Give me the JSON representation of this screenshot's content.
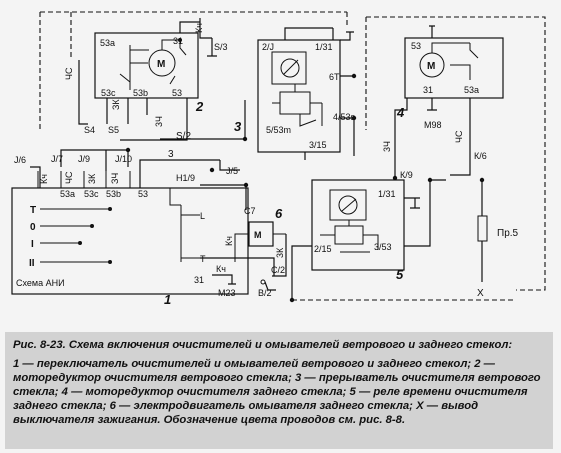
{
  "diagram": {
    "box1": {
      "ref": "1",
      "caption": "Схема АНИ",
      "pins": [
        "J/6",
        "J/7",
        "J/9",
        "J/10",
        "53a",
        "53c",
        "53b",
        "53",
        "L",
        "T",
        "31",
        "Кч",
        "M23",
        "Кч",
        "ЧС",
        "3К",
        "ЗЧ"
      ],
      "positions": [
        "T",
        "0",
        "I",
        "II"
      ]
    },
    "box2": {
      "ref": "2",
      "motor": "M",
      "pins": [
        "53a",
        "31",
        "53c",
        "53b",
        "53",
        "ЧС",
        "S/3",
        "Кч",
        "S4",
        "S5",
        "ЗК",
        "3Ч",
        "S/2"
      ]
    },
    "box3": {
      "ref": "3",
      "pins": [
        "2/J",
        "1/31",
        "6Т",
        "5/53m",
        "4/53s",
        "3/15"
      ]
    },
    "box4": {
      "ref": "4",
      "motor": "M",
      "pins": [
        "53",
        "31",
        "53a",
        "M98",
        "3Ч",
        "ЧС",
        "К/6"
      ]
    },
    "box5": {
      "ref": "5",
      "pins": [
        "1/31",
        "2/15",
        "3/53",
        "К/9"
      ]
    },
    "pump6": {
      "ref": "6",
      "motor": "M",
      "pins": [
        "C7",
        "Кч",
        "3К",
        "C/2",
        "В/2"
      ]
    },
    "misc": {
      "h19": "H1/9",
      "j5": "J/5",
      "three": "3",
      "fuse": "Пр.5",
      "x": "X"
    }
  },
  "caption": {
    "title": "Рис. 8-23. Схема включения очистителей и омывателей ветрового и заднего стекол:",
    "legend": "1 — переключатель очистителей и омывателей ветрового и заднего стекол; 2 — моторедуктор очистителя ветрового стекла; 3 — прерыватель очистителя ветрового стекла; 4 — моторедуктор очистителя заднего стекла; 5 — реле времени очистителя заднего стекла; 6 — электродвигатель омывателя заднего стекла; X — вывод выключателя зажигания. Обозначение цвета проводов см. рис. 8-8."
  }
}
